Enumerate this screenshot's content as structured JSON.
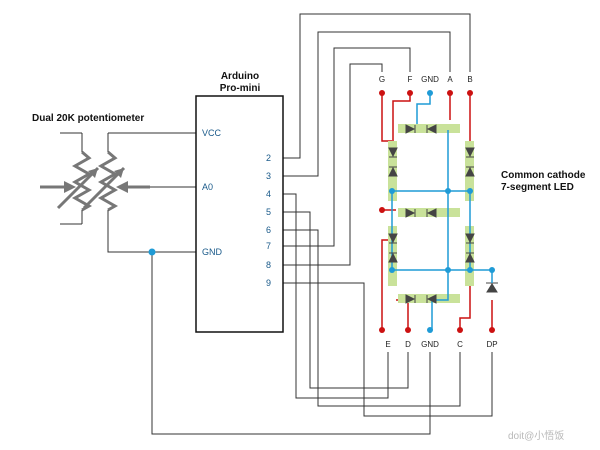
{
  "arduino": {
    "title_line1": "Arduino",
    "title_line2": "Pro-mini"
  },
  "pot": {
    "label": "Dual 20K potentiometer"
  },
  "left_pins": {
    "vcc": "VCC",
    "a0": "A0",
    "gnd": "GND"
  },
  "right_pins": {
    "p2": "2",
    "p3": "3",
    "p4": "4",
    "p5": "5",
    "p6": "6",
    "p7": "7",
    "p8": "8",
    "p9": "9"
  },
  "led": {
    "label_line1": "Common cathode",
    "label_line2": "7-segment LED",
    "top_pins": {
      "g": "G",
      "f": "F",
      "gnd": "GND",
      "a": "A",
      "b": "B"
    },
    "bottom_pins": {
      "e": "E",
      "d": "D",
      "gnd": "GND",
      "c": "C",
      "dp": "DP"
    }
  },
  "watermark": "doit@小悟饭",
  "colors": {
    "wire": "#333333",
    "red": "#cc1111",
    "blue": "#1f9bd6",
    "segment": "#c9e29a",
    "diode": "#444444"
  }
}
